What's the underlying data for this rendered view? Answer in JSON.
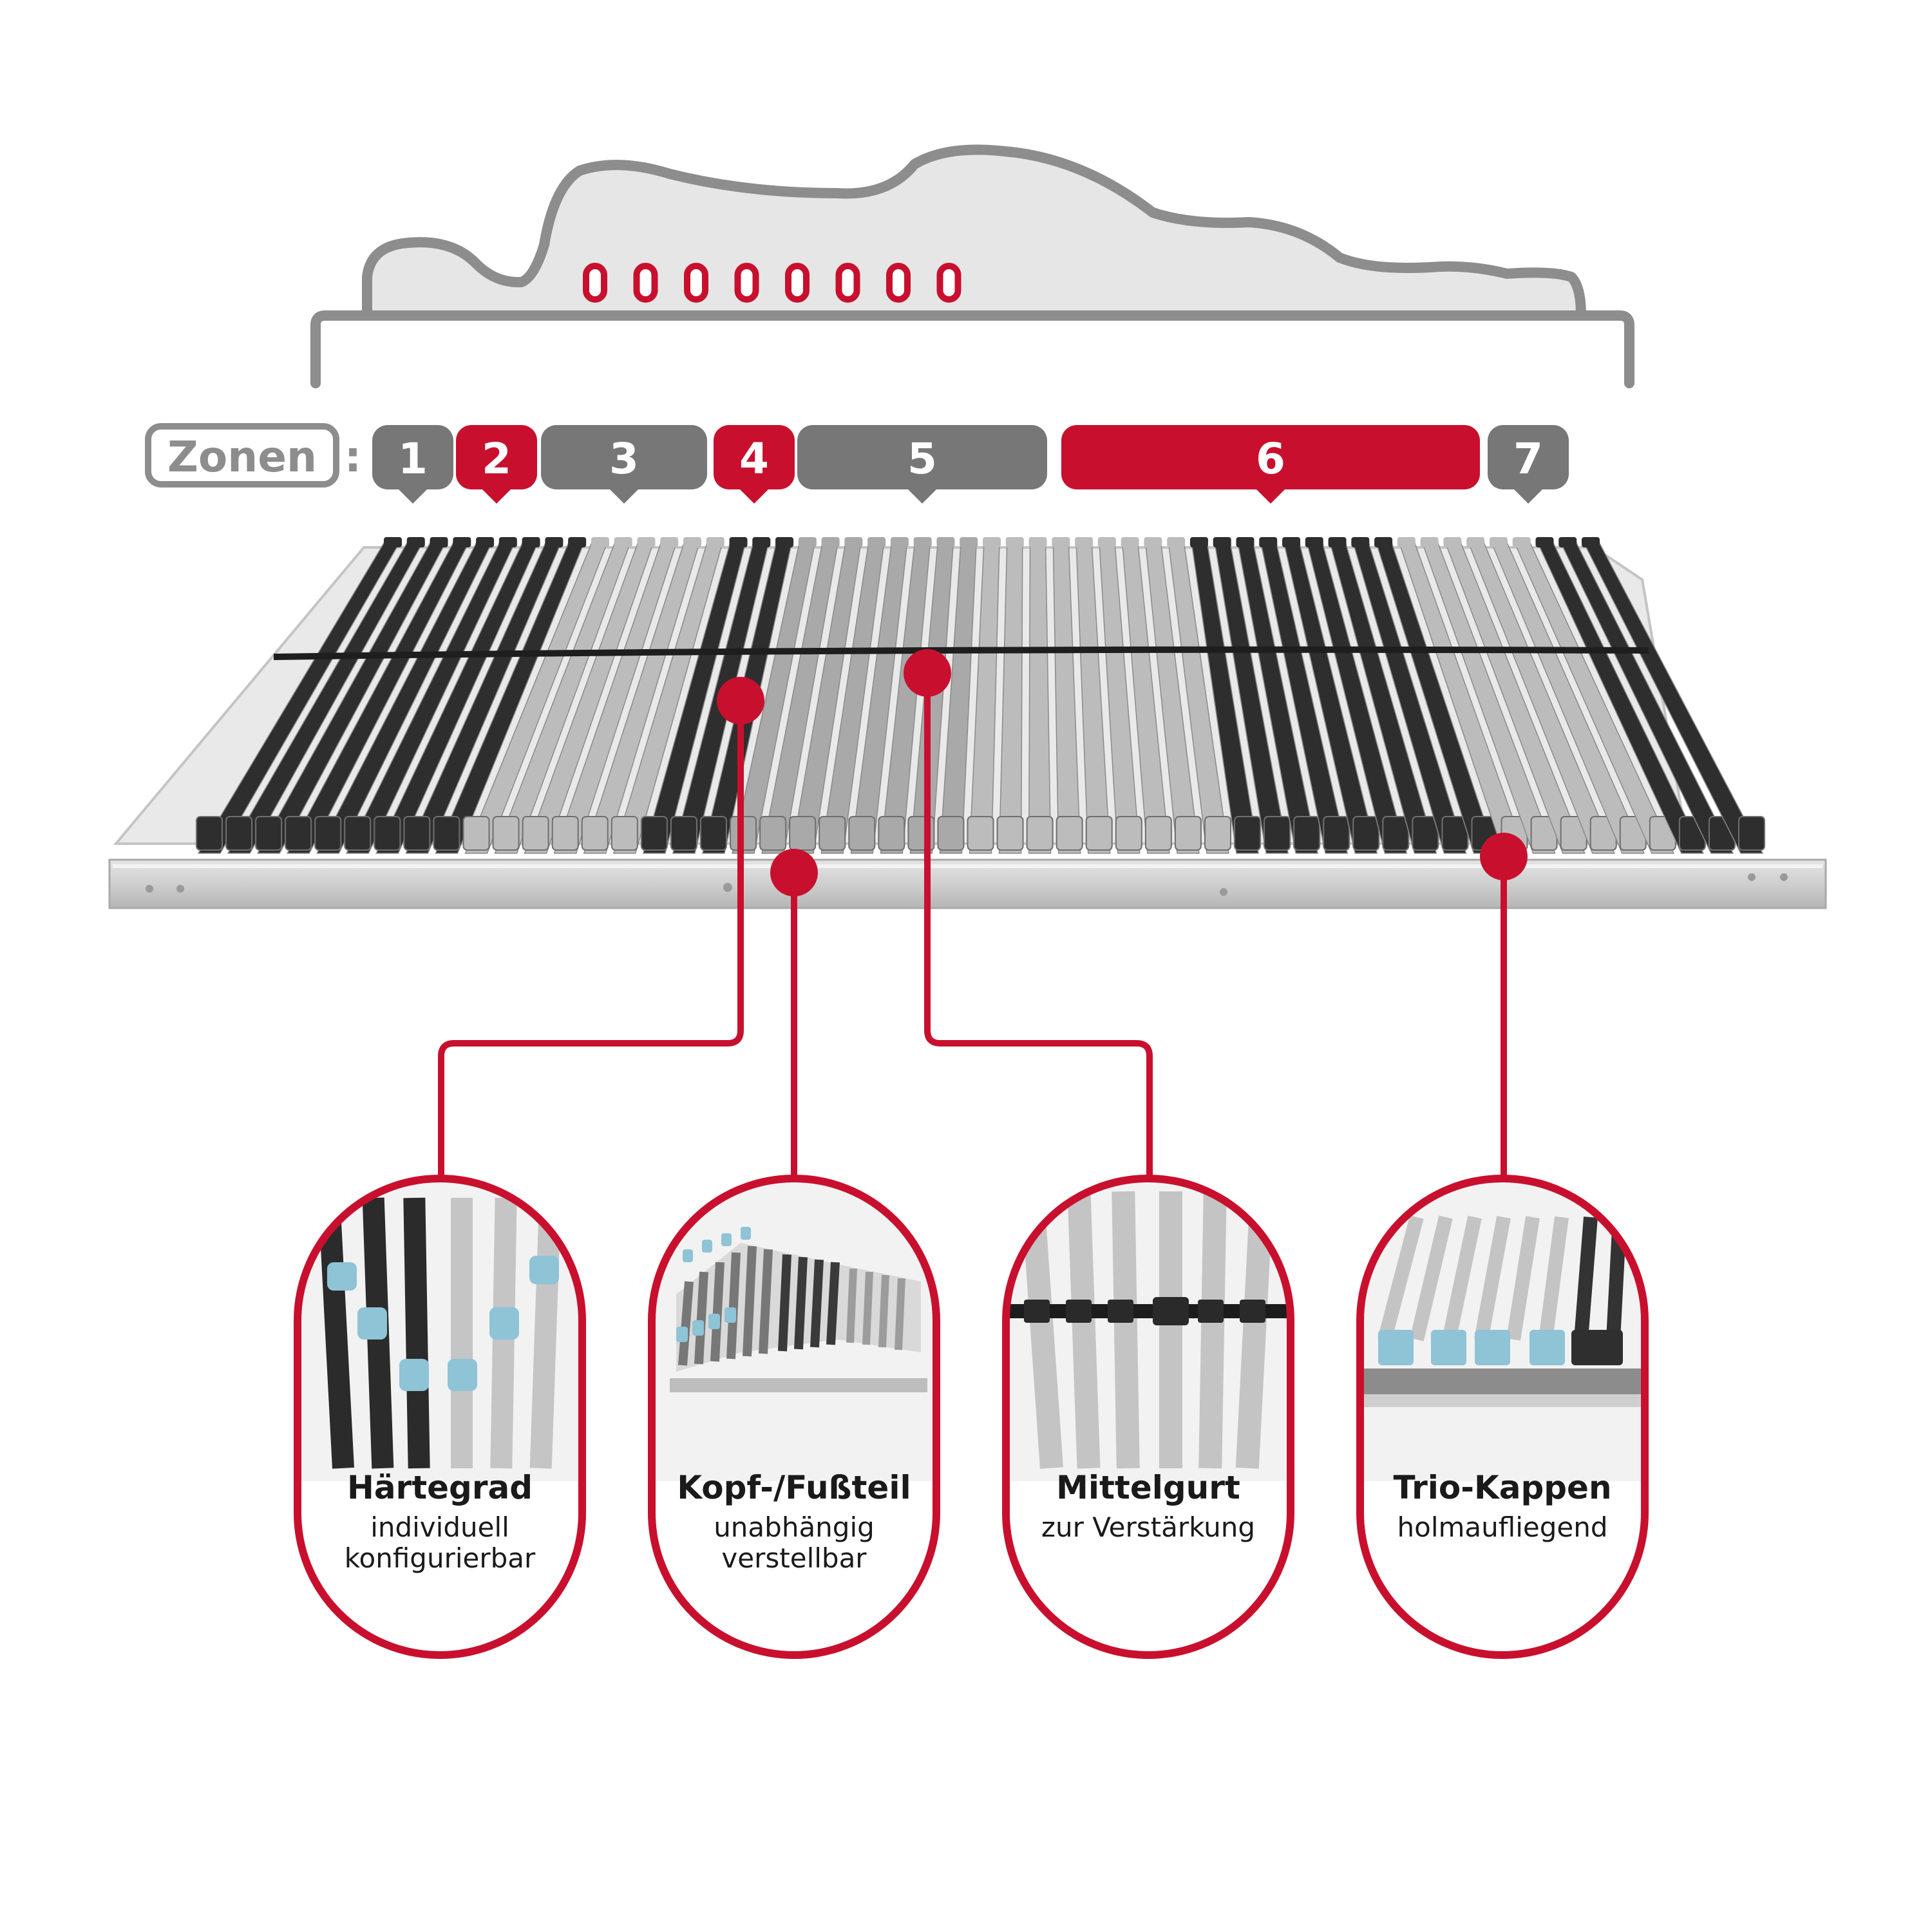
{
  "zones": {
    "label": "Zonen",
    "separator": ":",
    "items": [
      {
        "number": "1",
        "color": "#777777"
      },
      {
        "number": "2",
        "color": "#c8102e"
      },
      {
        "number": "3",
        "color": "#777777"
      },
      {
        "number": "4",
        "color": "#c8102e"
      },
      {
        "number": "5",
        "color": "#777777"
      },
      {
        "number": "6",
        "color": "#c8102e"
      },
      {
        "number": "7",
        "color": "#777777"
      }
    ]
  },
  "body_profile": {
    "sensor_count": 8,
    "sensor_color": "#c8102e"
  },
  "features": [
    {
      "title": "Härtegrad",
      "subtitle": "individuell\nkonfigurierbar",
      "icon": "slats-with-hardness-sliders-icon"
    },
    {
      "title": "Kopf-/Fußteil",
      "subtitle": "unabhängig\nverstellbar",
      "icon": "adjustable-head-foot-frame-icon"
    },
    {
      "title": "Mittelgurt",
      "subtitle": "zur Verstärkung",
      "icon": "center-strap-icon"
    },
    {
      "title": "Trio-Kappen",
      "subtitle": "holmaufliegend",
      "icon": "trio-caps-icon"
    }
  ],
  "colors": {
    "accent": "#c8102e",
    "zone_gray": "#777777",
    "outline_gray": "#8d8d8d",
    "body_fill": "#e6e6e6",
    "slat_dark": "#2e2e2e",
    "slat_light": "#bcbcbc",
    "frame": "#c9c9c9",
    "cap_blue": "#8fc3d6"
  }
}
